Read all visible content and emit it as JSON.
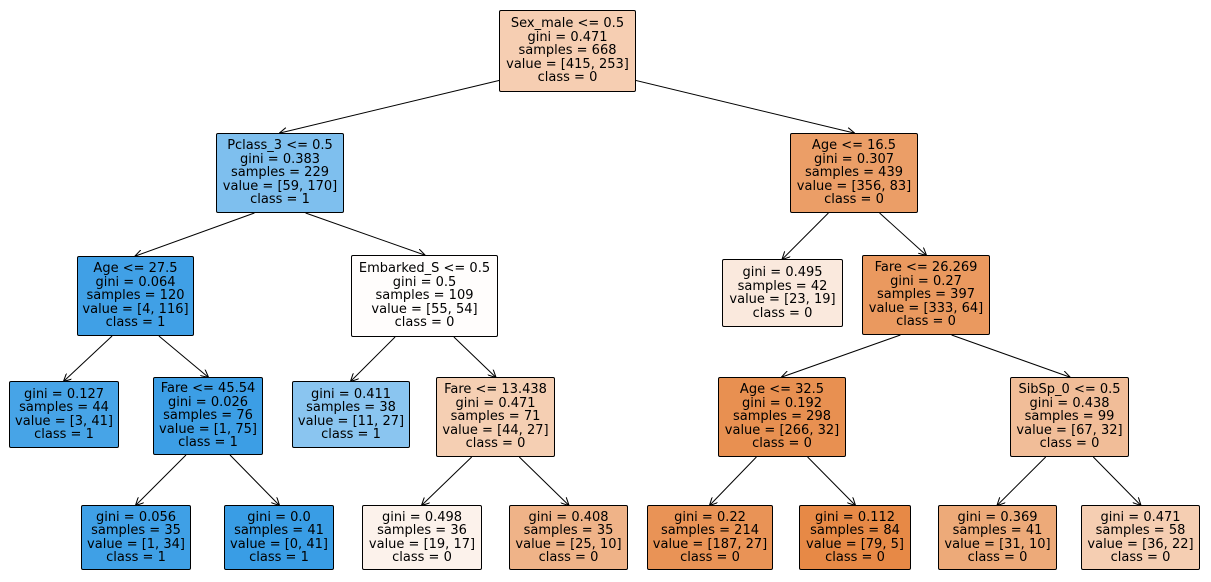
{
  "colors": {
    "class_0_accent": "#e58139",
    "class_1_accent": "#399de5",
    "border": "#000000",
    "background": "#ffffff"
  },
  "tree": {
    "nodes": [
      {
        "id": "n0",
        "split": "Sex_male <= 0.5",
        "gini": "gini = 0.471",
        "samples": "samples = 668",
        "value": "value = [415, 253]",
        "class": "class = 0",
        "fill": "#f6ceb2"
      },
      {
        "id": "n1",
        "split": "Pclass_3 <= 0.5",
        "gini": "gini = 0.383",
        "samples": "samples = 229",
        "value": "value = [59, 170]",
        "class": "class = 1",
        "fill": "#7ebfee"
      },
      {
        "id": "n2",
        "split": "Age <= 27.5",
        "gini": "gini = 0.064",
        "samples": "samples = 120",
        "value": "value = [4, 116]",
        "class": "class = 1",
        "fill": "#40a0e6"
      },
      {
        "id": "n3",
        "gini": "gini = 0.127",
        "samples": "samples = 44",
        "value": "value = [3, 41]",
        "class": "class = 1",
        "fill": "#47a4e7"
      },
      {
        "id": "n4",
        "split": "Fare <= 45.54",
        "gini": "gini = 0.026",
        "samples": "samples = 76",
        "value": "value = [1, 75]",
        "class": "class = 1",
        "fill": "#3c9ee5"
      },
      {
        "id": "n5",
        "gini": "gini = 0.056",
        "samples": "samples = 35",
        "value": "value = [1, 34]",
        "class": "class = 1",
        "fill": "#3fa0e6"
      },
      {
        "id": "n6",
        "gini": "gini = 0.0",
        "samples": "samples = 41",
        "value": "value = [0, 41]",
        "class": "class = 1",
        "fill": "#399de5"
      },
      {
        "id": "n7",
        "split": "Embarked_S <= 0.5",
        "gini": "gini = 0.5",
        "samples": "samples = 109",
        "value": "value = [55, 54]",
        "class": "class = 0",
        "fill": "#fffdfc"
      },
      {
        "id": "n8",
        "gini": "gini = 0.411",
        "samples": "samples = 38",
        "value": "value = [11, 27]",
        "class": "class = 1",
        "fill": "#8ac5f0"
      },
      {
        "id": "n9",
        "split": "Fare <= 13.438",
        "gini": "gini = 0.471",
        "samples": "samples = 71",
        "value": "value = [44, 27]",
        "class": "class = 0",
        "fill": "#f5cfb3"
      },
      {
        "id": "n10",
        "gini": "gini = 0.498",
        "samples": "samples = 36",
        "value": "value = [19, 17]",
        "class": "class = 0",
        "fill": "#fcf2eb"
      },
      {
        "id": "n11",
        "gini": "gini = 0.408",
        "samples": "samples = 35",
        "value": "value = [25, 10]",
        "class": "class = 0",
        "fill": "#efb388"
      },
      {
        "id": "n12",
        "split": "Age <= 16.5",
        "gini": "gini = 0.307",
        "samples": "samples = 439",
        "value": "value = [356, 83]",
        "class": "class = 0",
        "fill": "#eb9e67"
      },
      {
        "id": "n13",
        "gini": "gini = 0.495",
        "samples": "samples = 42",
        "value": "value = [23, 19]",
        "class": "class = 0",
        "fill": "#fae9dd"
      },
      {
        "id": "n14",
        "split": "Fare <= 26.269",
        "gini": "gini = 0.27",
        "samples": "samples = 397",
        "value": "value = [333, 64]",
        "class": "class = 0",
        "fill": "#ea995f"
      },
      {
        "id": "n15",
        "split": "Age <= 32.5",
        "gini": "gini = 0.192",
        "samples": "samples = 298",
        "value": "value = [266, 32]",
        "class": "class = 0",
        "fill": "#e89051"
      },
      {
        "id": "n16",
        "gini": "gini = 0.22",
        "samples": "samples = 214",
        "value": "value = [187, 27]",
        "class": "class = 0",
        "fill": "#e99356"
      },
      {
        "id": "n17",
        "gini": "gini = 0.112",
        "samples": "samples = 84",
        "value": "value = [79, 5]",
        "class": "class = 0",
        "fill": "#e78946"
      },
      {
        "id": "n18",
        "split": "SibSp_0 <= 0.5",
        "gini": "gini = 0.438",
        "samples": "samples = 99",
        "value": "value = [67, 32]",
        "class": "class = 0",
        "fill": "#f1bd98"
      },
      {
        "id": "n19",
        "gini": "gini = 0.369",
        "samples": "samples = 41",
        "value": "value = [31, 10]",
        "class": "class = 0",
        "fill": "#edaa79"
      },
      {
        "id": "n20",
        "gini": "gini = 0.471",
        "samples": "samples = 58",
        "value": "value = [36, 22]",
        "class": "class = 0",
        "fill": "#f5ceb2"
      }
    ],
    "edges": [
      [
        "n0",
        "n1"
      ],
      [
        "n0",
        "n12"
      ],
      [
        "n1",
        "n2"
      ],
      [
        "n1",
        "n7"
      ],
      [
        "n2",
        "n3"
      ],
      [
        "n2",
        "n4"
      ],
      [
        "n4",
        "n5"
      ],
      [
        "n4",
        "n6"
      ],
      [
        "n7",
        "n8"
      ],
      [
        "n7",
        "n9"
      ],
      [
        "n9",
        "n10"
      ],
      [
        "n9",
        "n11"
      ],
      [
        "n12",
        "n13"
      ],
      [
        "n12",
        "n14"
      ],
      [
        "n14",
        "n15"
      ],
      [
        "n14",
        "n18"
      ],
      [
        "n15",
        "n16"
      ],
      [
        "n15",
        "n17"
      ],
      [
        "n18",
        "n19"
      ],
      [
        "n18",
        "n20"
      ]
    ]
  }
}
